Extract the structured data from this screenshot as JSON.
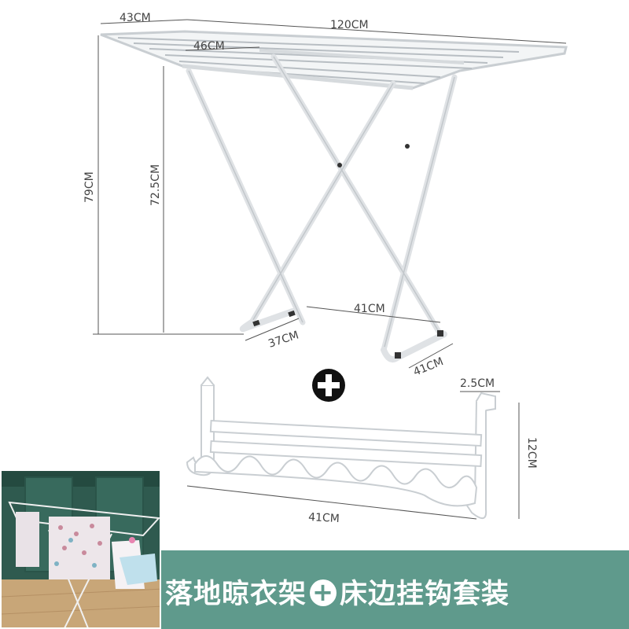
{
  "dimensions": {
    "top_width": "43CM",
    "total_length": "120CM",
    "inner_width": "46CM",
    "total_height": "79CM",
    "rail_height": "72.5CM",
    "base_length": "41CM",
    "foot_width_left": "37CM",
    "foot_width_right": "41CM",
    "hook_depth": "2.5CM",
    "hook_height": "12CM",
    "hook_length": "41CM"
  },
  "plus_symbol": "+",
  "banner": {
    "product": "落地晾衣架",
    "plus": "+",
    "addon": "床边挂钩套装"
  },
  "colors": {
    "banner_bg": "#5f9a8c",
    "photo_wall": "#2f5a4f",
    "rack_white": "#ffffff"
  }
}
